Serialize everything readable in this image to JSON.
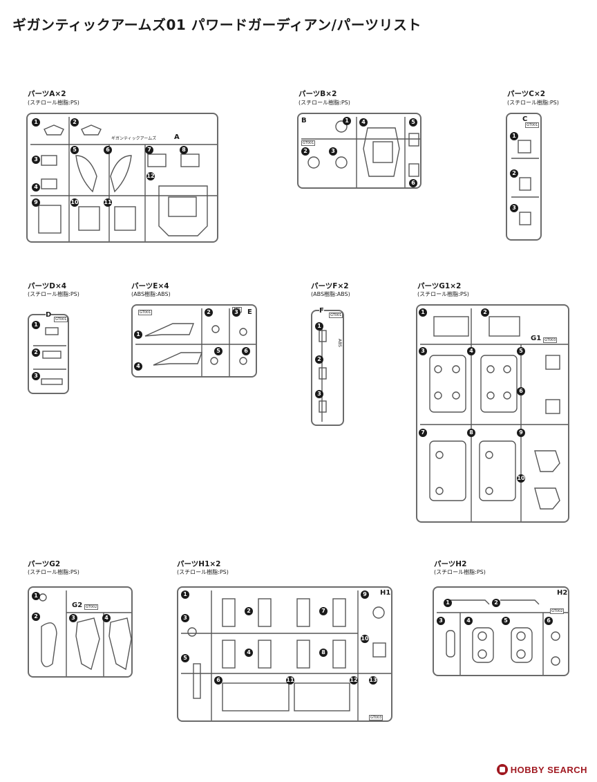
{
  "title": "ギガンティックアームズ01 パワードガーディアン/パーツリスト",
  "sections": {
    "A": {
      "name": "パーツA×2",
      "material": "(スチロール樹脂:PS)",
      "tab": "A",
      "runner_label": "ギガンティックアームズ",
      "parts": [
        "1",
        "2",
        "3",
        "4",
        "5",
        "6",
        "7",
        "8",
        "9",
        "10",
        "11",
        "12"
      ]
    },
    "B": {
      "name": "パーツB×2",
      "material": "(スチロール樹脂:PS)",
      "tab": "B",
      "tag": "GT001",
      "parts": [
        "1",
        "2",
        "3",
        "4",
        "5",
        "6"
      ]
    },
    "C": {
      "name": "パーツC×2",
      "material": "(スチロール樹脂:PS)",
      "tab": "C",
      "tag": "GT001",
      "parts": [
        "1",
        "2",
        "3"
      ]
    },
    "D": {
      "name": "パーツD×4",
      "material": "(スチロール樹脂:PS)",
      "tab": "D",
      "tag": "GT001",
      "parts": [
        "1",
        "2",
        "3"
      ]
    },
    "E": {
      "name": "パーツE×4",
      "material": "(ABS樹脂:ABS)",
      "tab": "E",
      "tag": "GT001",
      "abs": "ABS",
      "parts": [
        "1",
        "2",
        "3",
        "4",
        "5",
        "6"
      ]
    },
    "F": {
      "name": "パーツF×2",
      "material": "(ABS樹脂:ABS)",
      "tab": "F",
      "tag": "GT001",
      "abs": "ABS",
      "parts": [
        "1",
        "2",
        "3"
      ]
    },
    "G1": {
      "name": "パーツG1×2",
      "material": "(スチロール樹脂:PS)",
      "tab": "G1",
      "tag": "GT003",
      "parts": [
        "1",
        "2",
        "3",
        "4",
        "5",
        "6",
        "7",
        "8",
        "9",
        "10"
      ]
    },
    "G2": {
      "name": "パーツG2",
      "material": "(スチロール樹脂:PS)",
      "tab": "G2",
      "tag": "GT002",
      "parts": [
        "1",
        "2",
        "3",
        "4"
      ]
    },
    "H1": {
      "name": "パーツH1×2",
      "material": "(スチロール樹脂:PS)",
      "tab": "H1",
      "tag": "GT003",
      "parts": [
        "1",
        "2",
        "3",
        "4",
        "5",
        "6",
        "7",
        "8",
        "9",
        "10",
        "11",
        "12",
        "13"
      ]
    },
    "H2": {
      "name": "パーツH2",
      "material": "(スチロール樹脂:PS)",
      "tab": "H2",
      "tag": "GT002",
      "parts": [
        "1",
        "2",
        "3",
        "4",
        "5",
        "6"
      ]
    }
  },
  "logo": "HOBBY SEARCH"
}
